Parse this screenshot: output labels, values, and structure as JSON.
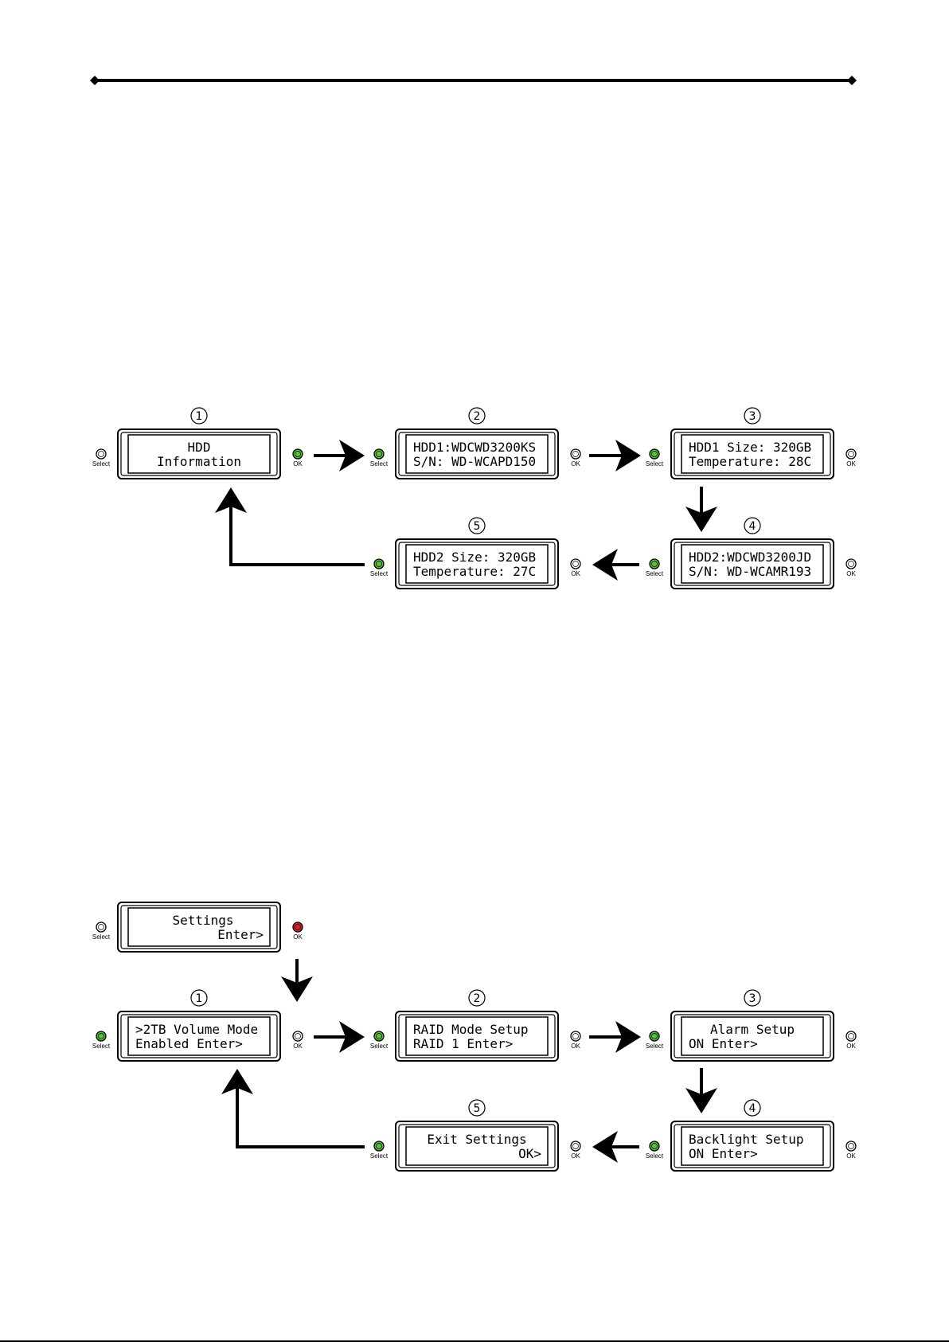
{
  "colors": {
    "led_off": "#ffffff",
    "led_green": "#5cbf3b",
    "led_red": "#e02020",
    "stroke": "#000000"
  },
  "button_labels": {
    "select": "Select",
    "ok": "OK"
  },
  "diagram1": {
    "screens": [
      {
        "id": "d1-start",
        "step": "①",
        "line1": "HDD",
        "line2": "Information",
        "align": "center",
        "select_led": "off",
        "ok_led": "green"
      },
      {
        "id": "d1-s2",
        "step": "②",
        "line1": "HDD1:WDCWD3200KS",
        "line2": "S/N: WD-WCAPD150",
        "align": "left",
        "select_led": "green",
        "ok_led": "off"
      },
      {
        "id": "d1-s3",
        "step": "③",
        "line1": "HDD1 Size: 320GB",
        "line2": "Temperature: 28C",
        "align": "left",
        "select_led": "green",
        "ok_led": "off"
      },
      {
        "id": "d1-s4",
        "step": "④",
        "line1": "HDD2:WDCWD3200JD",
        "line2": "S/N: WD-WCAMR193",
        "align": "left",
        "select_led": "green",
        "ok_led": "off"
      },
      {
        "id": "d1-s5",
        "step": "⑤",
        "line1": "HDD2 Size: 320GB",
        "line2": "Temperature: 27C",
        "align": "left",
        "select_led": "green",
        "ok_led": "off"
      }
    ]
  },
  "diagram2": {
    "screens": [
      {
        "id": "d2-entry",
        "step": "",
        "line1": "Settings",
        "line2": "Enter>",
        "align": "settings",
        "select_led": "off",
        "ok_led": "red"
      },
      {
        "id": "d2-s1",
        "step": "①",
        "line1": ">2TB Volume Mode",
        "line2": "Enabled   Enter>",
        "align": "left",
        "select_led": "green",
        "ok_led": "off"
      },
      {
        "id": "d2-s2",
        "step": "②",
        "line1": "RAID Mode Setup",
        "line2": "RAID 1    Enter>",
        "align": "left",
        "select_led": "green",
        "ok_led": "off"
      },
      {
        "id": "d2-s3",
        "step": "③",
        "line1": "Alarm Setup",
        "line2": "ON        Enter>",
        "align": "mixed",
        "select_led": "green",
        "ok_led": "off"
      },
      {
        "id": "d2-s4",
        "step": "④",
        "line1": "Backlight Setup",
        "line2": "ON        Enter>",
        "align": "left",
        "select_led": "green",
        "ok_led": "off"
      },
      {
        "id": "d2-s5",
        "step": "⑤",
        "line1": "Exit Settings",
        "line2": "OK>",
        "align": "exit",
        "select_led": "green",
        "ok_led": "off"
      }
    ]
  }
}
